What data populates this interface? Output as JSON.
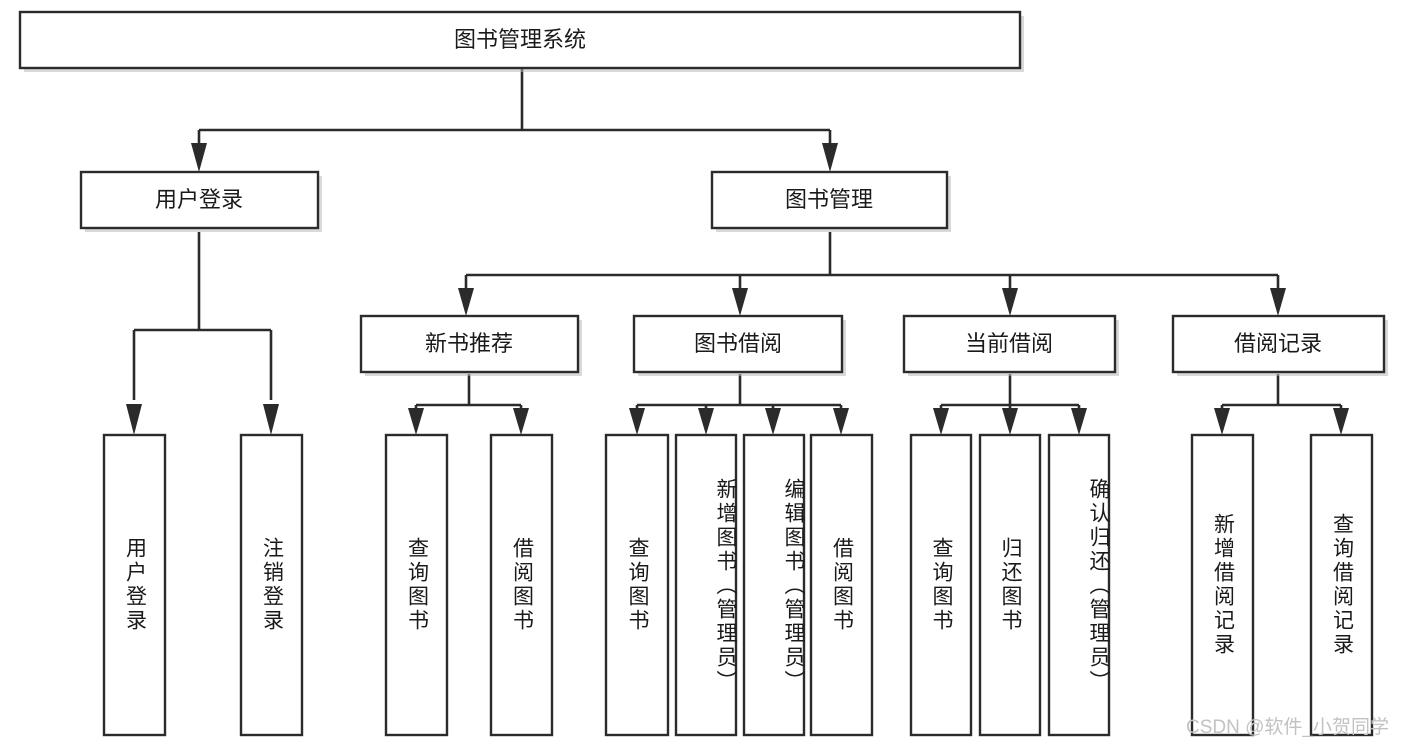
{
  "diagram": {
    "title_node": {
      "label": "图书管理系统"
    },
    "level2": [
      {
        "id": "user-login",
        "label": "用户登录"
      },
      {
        "id": "book-management",
        "label": "图书管理"
      }
    ],
    "level3": [
      {
        "id": "new-book-recommend",
        "label": "新书推荐"
      },
      {
        "id": "book-borrow",
        "label": "图书借阅"
      },
      {
        "id": "current-borrow",
        "label": "当前借阅"
      },
      {
        "id": "borrow-record",
        "label": "借阅记录"
      }
    ],
    "leaves": [
      {
        "id": "leaf-user-login",
        "label": "用户登录",
        "parent": "user-login"
      },
      {
        "id": "leaf-user-logout",
        "label": "注销登录",
        "parent": "user-login"
      },
      {
        "id": "leaf-query-book-1",
        "label": "查询图书",
        "parent": "new-book-recommend"
      },
      {
        "id": "leaf-borrow-book-1",
        "label": "借阅图书",
        "parent": "new-book-recommend"
      },
      {
        "id": "leaf-query-book-2",
        "label": "查询图书",
        "parent": "book-borrow"
      },
      {
        "id": "leaf-add-book",
        "label": "新增图书（管理员）",
        "parent": "book-borrow"
      },
      {
        "id": "leaf-edit-book",
        "label": "编辑图书（管理员）",
        "parent": "book-borrow"
      },
      {
        "id": "leaf-borrow-book-2",
        "label": "借阅图书",
        "parent": "book-borrow"
      },
      {
        "id": "leaf-query-book-3",
        "label": "查询图书",
        "parent": "current-borrow"
      },
      {
        "id": "leaf-return-book",
        "label": "归还图书",
        "parent": "current-borrow"
      },
      {
        "id": "leaf-confirm-return",
        "label": "确认归还（管理员）",
        "parent": "current-borrow"
      },
      {
        "id": "leaf-add-record",
        "label": "新增借阅记录",
        "parent": "borrow-record"
      },
      {
        "id": "leaf-query-record",
        "label": "查询借阅记录",
        "parent": "borrow-record"
      }
    ],
    "watermark": "CSDN @软件_小贺同学",
    "colors": {
      "stroke": "#2b2b2b",
      "text": "#1a1a1a",
      "background": "#ffffff",
      "watermark": "#c2c2c2"
    }
  }
}
